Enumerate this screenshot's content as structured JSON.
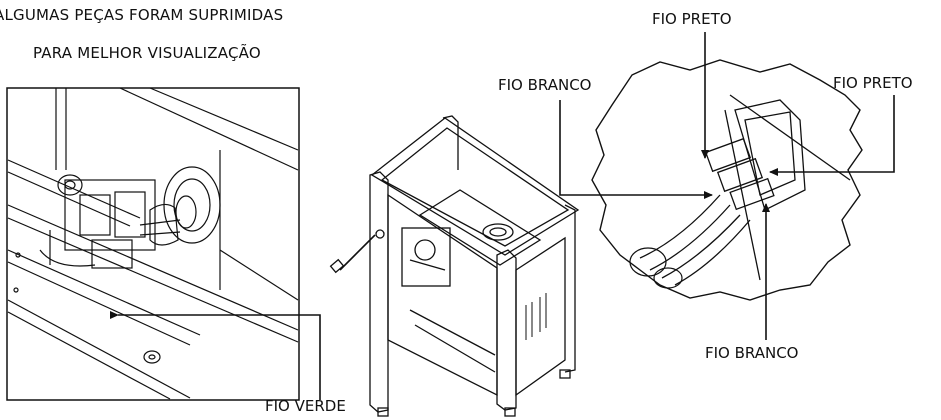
{
  "note": {
    "line1": "ALGUMAS PEÇAS FORAM SUPRIMIDAS",
    "line2": "PARA MELHOR VISUALIZAÇÃO"
  },
  "labels": {
    "fio_preto_top": "FIO PRETO",
    "fio_preto_right": "FIO PRETO",
    "fio_branco_top": "FIO BRANCO",
    "fio_branco_bottom": "FIO BRANCO",
    "fio_verde": "FIO VERDE"
  }
}
